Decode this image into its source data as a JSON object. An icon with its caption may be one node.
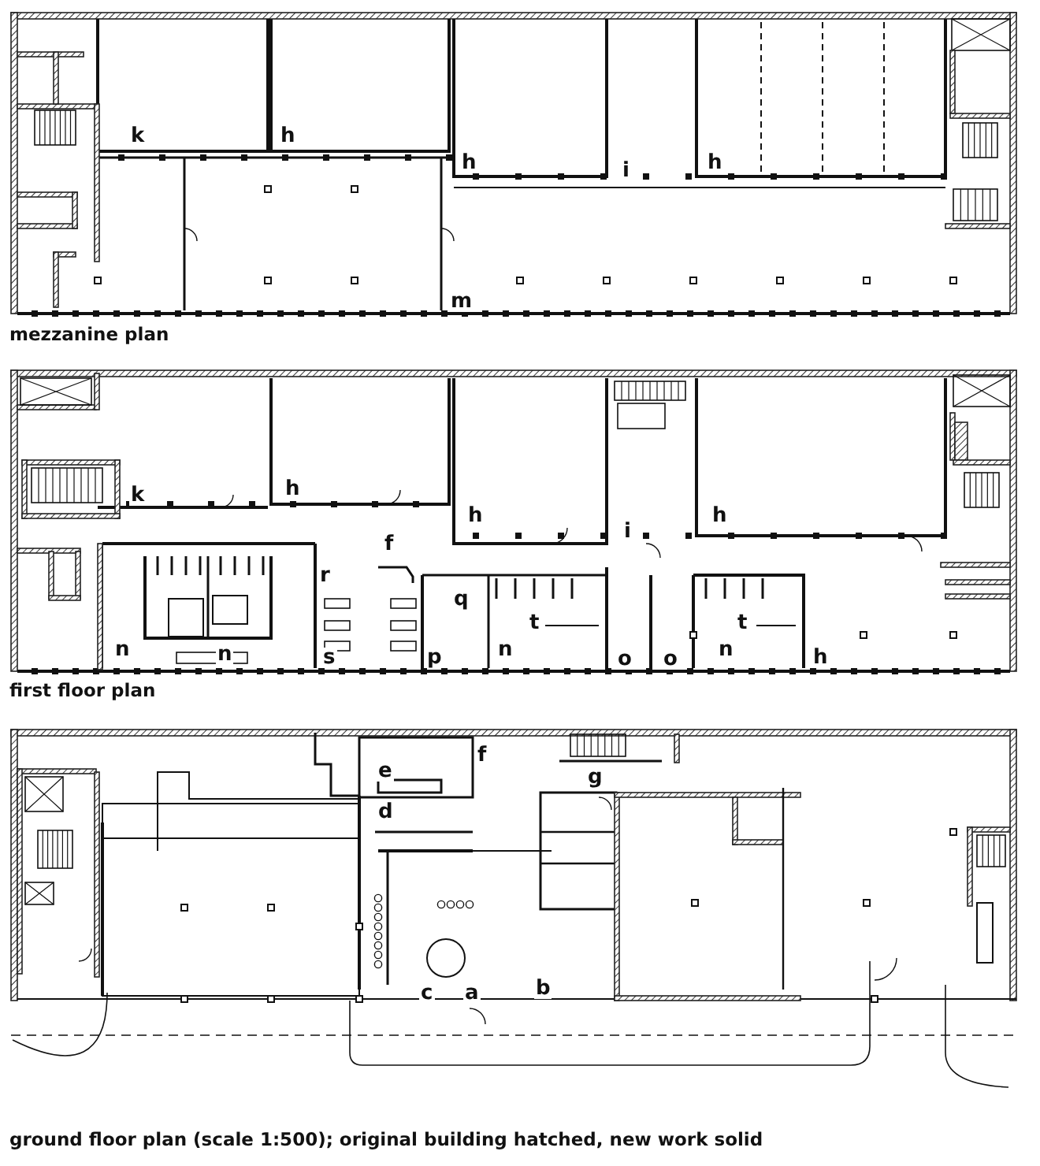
{
  "diagram": {
    "labels": [
      "k",
      "h",
      "h",
      "i",
      "h",
      "m",
      "mezzanine plan",
      "k",
      "h",
      "h",
      "i",
      "h",
      "f",
      "r",
      "q",
      "t",
      "t",
      "n",
      "n",
      "s",
      "p",
      "n",
      "o",
      "o",
      "n",
      "h",
      "first floor plan",
      "f",
      "e",
      "g",
      "d",
      "c",
      "a",
      "b",
      "ground floor plan (scale 1:500); original building hatched, new work solid"
    ]
  }
}
